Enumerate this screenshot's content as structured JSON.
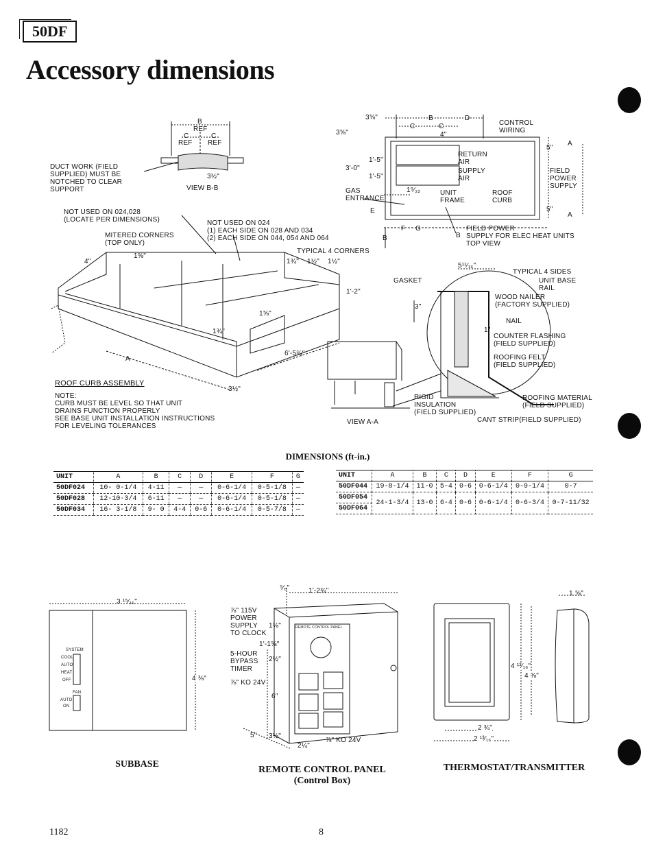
{
  "header": {
    "model_tag": "50DF",
    "title": "Accessory dimensions"
  },
  "view_bb": {
    "dims": [
      "B",
      "REF",
      "C",
      "REF",
      "C",
      "REF",
      "3½\""
    ],
    "duct_note": "DUCT WORK (FIELD\nSUPPLIED) MUST BE\nNOTCHED TO CLEAR\nSUPPORT",
    "caption": "VIEW B-B"
  },
  "top_view": {
    "dims": [
      "3⅝\"",
      "B",
      "D",
      "C",
      "C",
      "4\"",
      "3⅝\"",
      "1'-5\"",
      "3'-0\"",
      "1'-5\"",
      "1⁹⁄₃₂",
      "E",
      "F",
      "G",
      "5\"",
      "5\"",
      "A",
      "A",
      "B",
      "B"
    ],
    "labels": [
      "CONTROL\nWIRING",
      "RETURN\nAIR",
      "SUPPLY\nAIR",
      "GAS\nENTRANCE",
      "UNIT\nFRAME",
      "ROOF\nCURB",
      "FIELD\nPOWER\nSUPPLY",
      "FIELD POWER\nSUPPLY FOR ELEC HEAT UNITS",
      "TOP VIEW"
    ]
  },
  "assembly": {
    "note_not_used": "NOT USED ON 024,028\n(LOCATE PER DIMENSIONS)",
    "note_not_used_2": "NOT USED ON 024\n(1) EACH SIDE ON 028 AND 034\n(2) EACH SIDE ON 044, 054 AND 064",
    "mitered": "MITERED CORNERS\n(TOP ONLY)",
    "typical_corners": "TYPICAL 4 CORNERS",
    "dims": [
      "4\"",
      "1⅝\"",
      "1¾\"",
      "1½\"",
      "1½\"",
      "1'-2\"",
      "1⅝\"",
      "1¾\"",
      "6'-5¾\"",
      "3½\"",
      "A"
    ],
    "caption": "ROOF CURB ASSEMBLY",
    "note": "NOTE:\nCURB MUST BE LEVEL SO THAT UNIT\nDRAINS FUNCTION PROPERLY\nSEE BASE UNIT INSTALLATION INSTRUCTIONS\nFOR LEVELING TOLERANCES"
  },
  "view_aa": {
    "dims": [
      "5¹¹⁄₁₆\"",
      "3\"",
      "1\""
    ],
    "labels": [
      "GASKET",
      "TYPICAL 4 SIDES",
      "UNIT BASE\nRAIL",
      "WOOD NAILER\n(FACTORY SUPPLIED)",
      "NAIL",
      "COUNTER FLASHING\n(FIELD SUPPLIED)",
      "ROOFING FELT\n(FIELD SUPPLIED)",
      "RIGID\nINSULATION\n(FIELD SUPPLIED)",
      "ROOFING MATERIAL\n(FIELD SUPPLIED)",
      "CANT STRIP(FIELD SUPPLIED)"
    ],
    "caption": "VIEW A-A"
  },
  "dimensions": {
    "title": "DIMENSIONS (ft-in.)",
    "headers": [
      "UNIT",
      "A",
      "B",
      "C",
      "D",
      "E",
      "F",
      "G"
    ],
    "left_rows": [
      [
        "50DF024",
        "10- 0-1/4",
        "4-11",
        "—",
        "—",
        "0-6-1/4",
        "0-5-1/8",
        "—"
      ],
      [
        "50DF028",
        "12-10-3/4",
        "6-11",
        "—",
        "—",
        "0-6-1/4",
        "0-5-1/8",
        "—"
      ],
      [
        "50DF034",
        "16- 3-1/8",
        "9- 0",
        "4-4",
        "0-6",
        "0-6-1/4",
        "0-5-7/8",
        "—"
      ]
    ],
    "right_row_1": [
      "50DF044",
      "19-8-1/4",
      "11-0",
      "5-4",
      "0-6",
      "0-6-1/4",
      "0-9-1/4",
      "0-7"
    ],
    "right_units": [
      "50DF054",
      "50DF064"
    ],
    "right_shared": [
      "24-1-3/4",
      "13-0",
      "6-4",
      "0-6",
      "0-6-1/4",
      "0-6-3/4",
      "0-7-11/32"
    ]
  },
  "subbase": {
    "caption": "SUBBASE",
    "width_dim": "3 ¹⁵⁄₁₆\"",
    "height_dim": "4 ⅜\"",
    "labels": [
      "SYSTEM",
      "COOL",
      "AUTO",
      "HEAT",
      "OFF",
      "FAN",
      "AUTO",
      "ON"
    ]
  },
  "remote_panel": {
    "caption": "REMOTE CONTROL PANEL",
    "subcaption": "(Control Box)",
    "dims": [
      "⁵⁄₈\"",
      "1'-2¾\"",
      "1'-1⅝\"",
      "2½\"",
      "1⅛\"",
      "6\"",
      "5\"",
      "3½\"",
      "2¼\"",
      "⅞\" KO 24V"
    ],
    "labels": [
      "⅞\" 115V\nPOWER\nSUPPLY\nTO CLOCK",
      "5-HOUR\nBYPASS\nTIMER",
      "⅞\" KO 24V"
    ],
    "panel_title": "REMOTE CONTROL PANEL"
  },
  "thermostat": {
    "caption": "THERMOSTAT/TRANSMITTER",
    "dims": [
      "1 ⅝\"",
      "4 ¹³⁄₁₆\"",
      "4 ⅜\"",
      "2 ¾\"",
      "2 ¹³⁄₁₆\""
    ]
  },
  "footer": {
    "doc_code": "1182",
    "page": "8"
  }
}
